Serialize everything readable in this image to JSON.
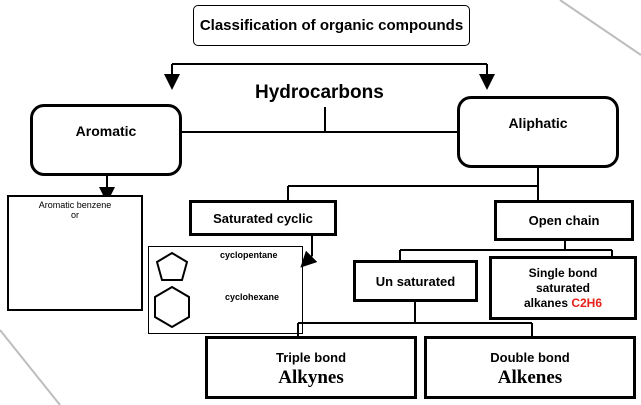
{
  "title": "Classification of organic compounds",
  "hydrocarbons": "Hydrocarbons",
  "aromatic": "Aromatic",
  "aliphatic": "Aliphatic",
  "aromatic_benzene": {
    "line1": "Aromatic benzene",
    "line2": "or"
  },
  "saturated_cyclic": "Saturated cyclic",
  "open_chain": "Open chain",
  "cyclopentane": "cyclopentane",
  "cyclohexane": "cyclohexane",
  "unsaturated": "Un saturated",
  "single_bond": {
    "line1": "Single bond",
    "line2": "saturated",
    "line3": "alkanes",
    "formula": "C2H6",
    "formula_color": "#e8201a"
  },
  "triple_bond": {
    "line1": "Triple bond",
    "line2": "Alkynes"
  },
  "double_bond": {
    "line1": "Double bond",
    "line2": "Alkenes"
  }
}
